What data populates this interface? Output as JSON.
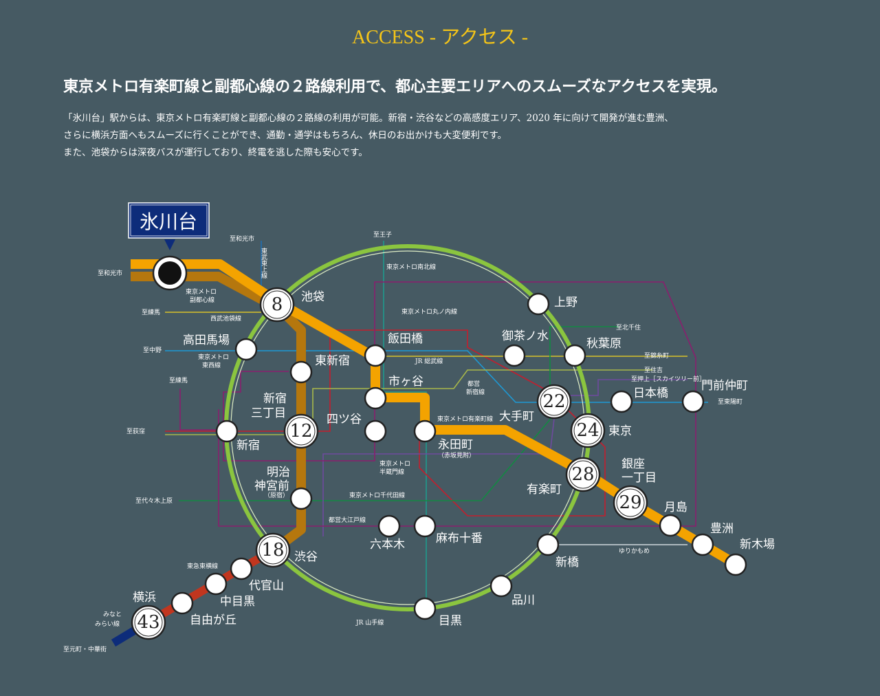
{
  "header": {
    "title": "ACCESS - アクセス -",
    "lead": "東京メトロ有楽町線と副都心線の２路線利用で、都心主要エリアへのスムーズなアクセスを実現。",
    "body": [
      "「氷川台」駅からは、東京メトロ有楽町線と副都心線の２路線の利用が可能。新宿・渋谷などの高感度エリア、2020 年に向けて開発が進む豊洲、",
      "さらに横浜方面へもスムーズに行くことができ、通勤・通学はもちろん、休日のお出かけも大変便利です。",
      "また、池袋からは深夜バスが運行しており、終電を逃した際も安心です。"
    ]
  },
  "map": {
    "origin_label": "氷川台",
    "colors": {
      "yurakucho": "#f4a300",
      "fukutoshin": "#b5770e",
      "yamanote": "#8bc53f",
      "tokyu": "#c1361f",
      "minatomirai": "#0d2c7a",
      "marunouchi": "#c41e2d",
      "namboku": "#1e9a8d",
      "chiyoda": "#128a42",
      "hanzomon": "#6e4a9e",
      "oedo": "#8a1e6e",
      "tozai": "#1d9ad6",
      "sobu": "#d8c22a",
      "shinjuku_line": "#a8b84a",
      "tobu": "#1e6fb3",
      "origin_box": "#0d2c7a"
    },
    "numbered_stations": [
      {
        "num": "8",
        "name": "池袋"
      },
      {
        "num": "12",
        "name": "新宿三丁目"
      },
      {
        "num": "18",
        "name": "渋谷"
      },
      {
        "num": "22",
        "name": "大手町"
      },
      {
        "num": "24",
        "name": "東京"
      },
      {
        "num": "28",
        "name": "有楽町"
      },
      {
        "num": "29",
        "name": "銀座一丁目"
      },
      {
        "num": "43",
        "name": "横浜"
      }
    ],
    "stations": {
      "ikebukuro": "池袋",
      "takadanobaba": "高田馬場",
      "higashishinjuku": "東新宿",
      "shinjuku_sanchome_1": "新宿",
      "shinjuku_sanchome_2": "三丁目",
      "shinjuku": "新宿",
      "meiji_1": "明治",
      "meiji_2": "神宮前",
      "meiji_3": "（原宿）",
      "shibuya": "渋谷",
      "iidabashi": "飯田橋",
      "ichigaya": "市ヶ谷",
      "yotsuya": "四ツ谷",
      "nagatacho": "永田町",
      "nagatacho_sub": "（赤坂見附）",
      "ueno": "上野",
      "ochanomizu": "御茶ノ水",
      "akihabara": "秋葉原",
      "nihonbashi": "日本橋",
      "monzennakacho": "門前仲町",
      "otemachi": "大手町",
      "tokyo": "東京",
      "yurakucho": "有楽町",
      "ginza_1": "銀座",
      "ginza_2": "一丁目",
      "tsukishima": "月島",
      "toyosu": "豊洲",
      "shinkiba": "新木場",
      "shimbashi": "新橋",
      "shinagawa": "品川",
      "meguro": "目黒",
      "roppongi": "六本木",
      "azabujuban": "麻布十番",
      "daikanyama": "代官山",
      "nakameguro": "中目黒",
      "jiyugaoka": "自由が丘",
      "yokohama": "横浜"
    },
    "labels": {
      "to_wakoshi_left": "至和光市",
      "to_wakoshi_top": "至和光市",
      "tobu_tojo": "東武東上線",
      "metro_fukutoshin_1": "東京メトロ",
      "metro_fukutoshin_2": "副都心線",
      "to_nerima": "至練馬",
      "seibu_ikebukuro": "西武池袋線",
      "to_nakano": "至中野",
      "metro_tozai_1": "東京メトロ",
      "metro_tozai_2": "東西線",
      "to_nerima_2": "至練馬",
      "to_ogikubo": "至荻窪",
      "to_yoyogiuehara": "至代々木上原",
      "to_oji": "至王子",
      "metro_namboku": "東京メトロ南北線",
      "metro_marunouchi": "東京メトロ丸ノ内線",
      "jr_sobu": "JR 総武線",
      "toei_shinjuku_1": "都営",
      "toei_shinjuku_2": "新宿線",
      "metro_yurakucho": "東京メトロ有楽町線",
      "metro_hanzomon_1": "東京メトロ",
      "metro_hanzomon_2": "半蔵門線",
      "metro_chiyoda": "東京メトロ千代田線",
      "toei_oedo": "都営大江戸線",
      "to_kitasenju": "至北千住",
      "to_kinshicho": "至錦糸町",
      "to_sumiyoshi": "至住吉",
      "to_oshiage": "至押上［スカイツリー前］",
      "to_higashiyo": "至東陽町",
      "yurikamome": "ゆりかもめ",
      "tokyu_toyoko": "東急東横線",
      "minatomirai_1": "みなと",
      "minatomirai_2": "みらい線",
      "to_motomachi": "至元町・中華街",
      "jr_yamanote": "JR 山手線"
    }
  }
}
